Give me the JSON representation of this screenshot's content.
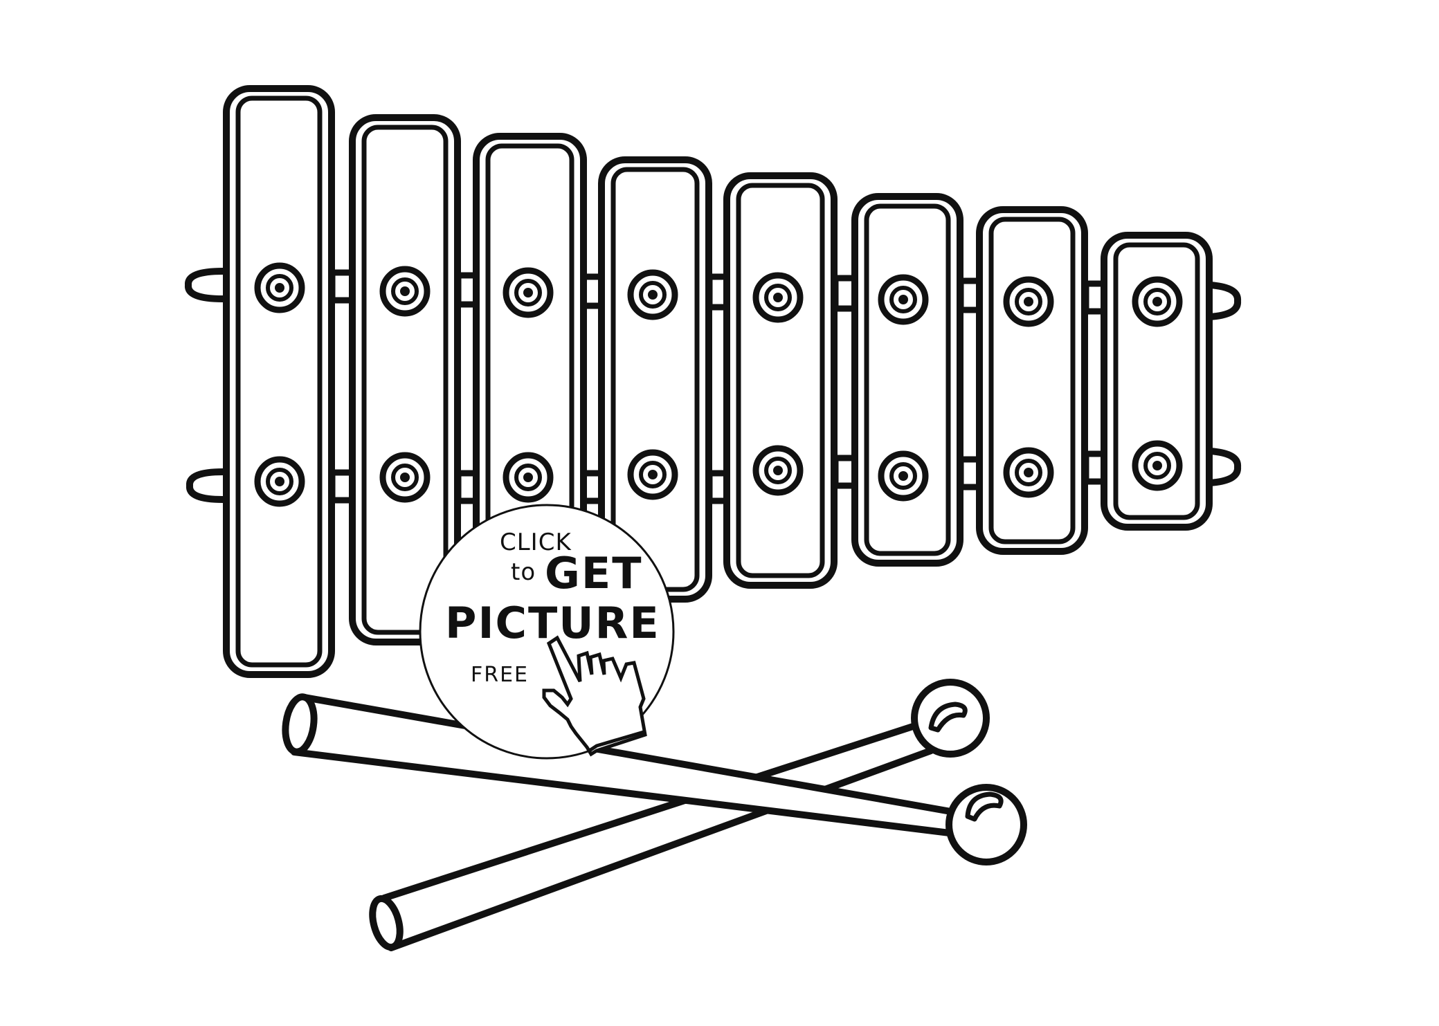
{
  "colors": {
    "ink": "#111111",
    "paper": "#ffffff"
  },
  "cta": {
    "line1": "CLICK",
    "to": "to",
    "get": "GET",
    "picture": "PICTURE",
    "free": "FREE",
    "icon": "pointer-hand-icon"
  },
  "illustration": {
    "subject": "xylophone",
    "bar_count": 8,
    "mallet_count": 2,
    "icons": [
      "xylophone-bar",
      "bar-rivet-icon",
      "mallet-icon"
    ]
  }
}
